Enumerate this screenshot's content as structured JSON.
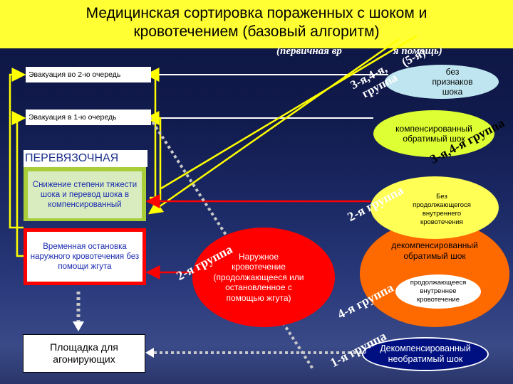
{
  "title": {
    "line1": "Медицинская сортировка пораженных с шоком и",
    "line2": "кровотечением (базовый алгоритм)"
  },
  "subtitle_left": "(первичная вр",
  "subtitle_right": "я помощь)",
  "left_boxes": {
    "evac_second": "Эвакуация во 2-ю очередь",
    "evac_first": "Эвакуация в 1-ю очередь",
    "dressing_header": "ПЕРЕВЯЗОЧНАЯ",
    "shock_reduction": "Снижение степени тяжести шока и перевод шока в компенсированный",
    "temp_stop": "Временная остановка наружного кровотечения без помощи жгута",
    "agonizing_area": "Площадка для агонирующих"
  },
  "right_nodes": {
    "no_shock": "без признаков шока",
    "compensated": "компенсированный обратимый шок",
    "no_ongoing_bleeding": "Без продолжающегося внутреннего кровотечения",
    "decompensated": "декомпенсированный обратимый шок",
    "ongoing_internal_bleeding": "продолжающееся внутреннее кровотечение",
    "external_bleeding": "Наружное кровотечение (продолжающееся или остановленное с помощью жгута)",
    "irreversible": "Декомпенсированный необратимый шок"
  },
  "group_labels": {
    "g345_line1": "(5-я)",
    "g345_line2": "3-я,4-я,",
    "g345_line3": "группа",
    "g34": "3-я,4-я группа",
    "g2_upper": "2-я группа",
    "g2_left": "2-я группа",
    "g4": "4-я группа",
    "g1": "1-я группа"
  },
  "colors": {
    "title_band": "#ffff33",
    "background": "#101a4c",
    "arrow_yellow": "#ffff00",
    "arrow_white": "#ffffff",
    "arrow_red": "#ff0000",
    "dotted": "#c8c8c8"
  }
}
